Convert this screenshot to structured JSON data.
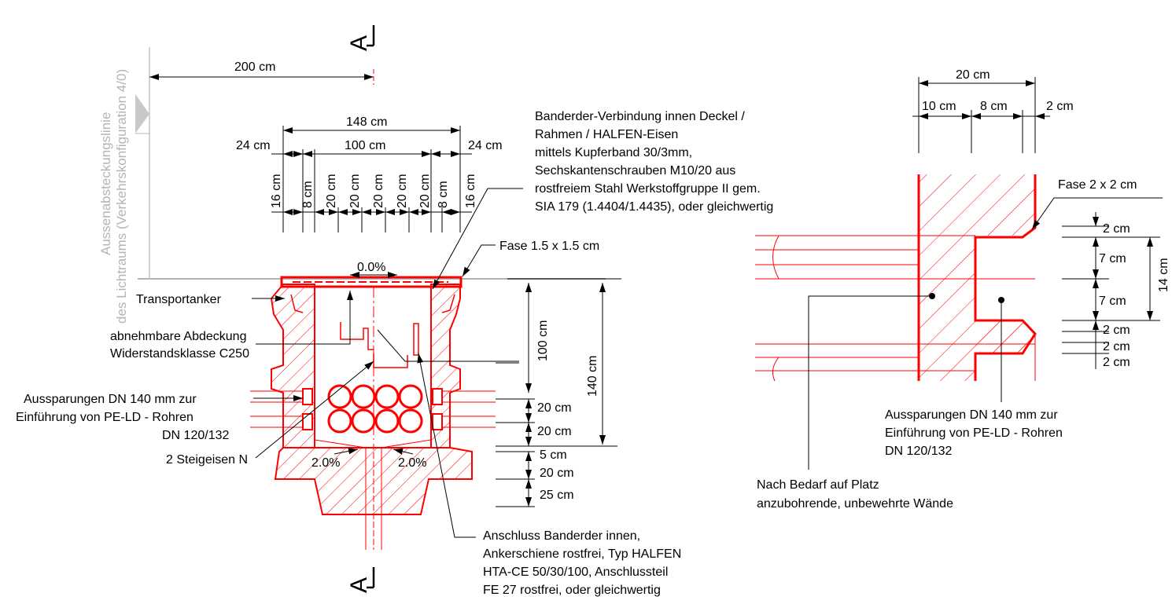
{
  "section_marker": "A",
  "side_label": {
    "line1": "Aussenabsteckungslinie",
    "line2": "des Lichtraums (Verkehrskonfiguration 4/0)"
  },
  "left": {
    "dims": {
      "w200": "200 cm",
      "w148": "148 cm",
      "w100": "100 cm",
      "w24_left": "24 cm",
      "w24_right": "24 cm",
      "v16_left": "16 cm",
      "v8_left": "8 cm",
      "v20_1": "20 cm",
      "v20_2": "20 cm",
      "v20_3": "20 cm",
      "v20_4": "20 cm",
      "v20_5": "20 cm",
      "v8_right": "8 cm",
      "v16_right": "16 cm",
      "h100": "100 cm",
      "h140": "140 cm",
      "h20a": "20 cm",
      "h20b": "20 cm",
      "h5": "5 cm",
      "h20c": "20 cm",
      "h25": "25 cm",
      "slope_top": "0.0%",
      "slope_left": "2.0%",
      "slope_right": "2.0%"
    },
    "labels": {
      "transportanker": "Transportanker",
      "abdeckung_1": "abnehmbare Abdeckung",
      "abdeckung_2": "Widerstandsklasse C250",
      "aussp_1": "Aussparungen DN 140 mm zur",
      "aussp_2": "Einführung von PE-LD - Rohren",
      "aussp_3": "DN 120/132",
      "steigeisen": "2 Steigeisen N",
      "fase": "Fase 1.5 x 1.5 cm",
      "bander_1": "Banderder-Verbindung innen Deckel /",
      "bander_2": "Rahmen / HALFEN-Eisen",
      "bander_3": "mittels Kupferband 30/3mm,",
      "bander_4": "Sechskantenschrauben M10/20 aus",
      "bander_5": "rostfreiem Stahl Werkstoffgruppe II gem.",
      "bander_6": "SIA 179 (1.4404/1.4435), oder gleichwertig",
      "anschluss_1": "Anschluss Banderder  innen,",
      "anschluss_2": "Ankerschiene rostfrei, Typ HALFEN",
      "anschluss_3": "HTA-CE 50/30/100, Anschlussteil",
      "anschluss_4": "FE 27 rostfrei, oder gleichwertig"
    }
  },
  "right": {
    "dims": {
      "w20": "20 cm",
      "w10": "10 cm",
      "w8": "8 cm",
      "w2": "2 cm",
      "v2a": "2 cm",
      "v7a": "7 cm",
      "v7b": "7 cm",
      "v2b": "2 cm",
      "v2c": "2 cm",
      "v2d": "2 cm",
      "v14": "14 cm"
    },
    "labels": {
      "fase": "Fase 2 x 2 cm",
      "aussp_1": "Aussparungen DN 140 mm zur",
      "aussp_2": "Einführung von PE-LD - Rohren",
      "aussp_3": "DN 120/132",
      "bedarf_1": "Nach Bedarf auf Platz",
      "bedarf_2": "anzubohrende, unbewehrte Wände"
    }
  },
  "colors": {
    "structure": "#ff0000",
    "annotation": "#000000",
    "reference": "#b4b4b4"
  }
}
